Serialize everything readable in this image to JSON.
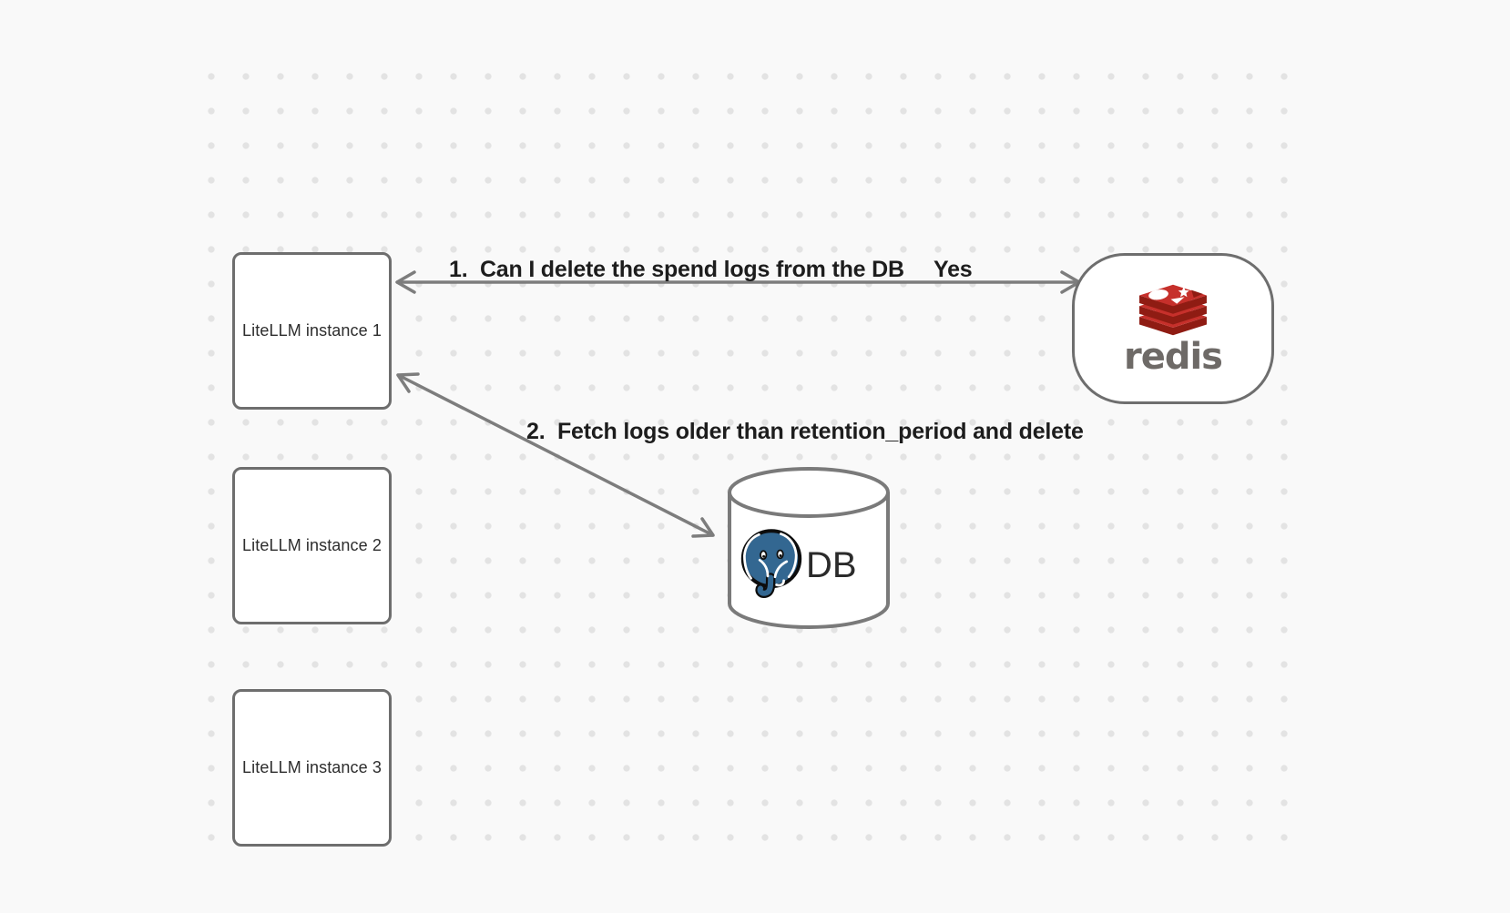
{
  "diagram": {
    "instances": [
      {
        "label": "LiteLLM instance 1"
      },
      {
        "label": "LiteLLM instance 2"
      },
      {
        "label": "LiteLLM instance 3"
      }
    ],
    "redis": {
      "wordmark": "redis",
      "icon": "redis-logo"
    },
    "database": {
      "label": "DB",
      "icon": "postgresql-elephant-logo"
    },
    "annotations": {
      "step1_question": "1.  Can I delete the spend logs from the DB",
      "step1_answer": "Yes",
      "step2_action": "2.  Fetch logs older than retention_period and delete"
    },
    "colors": {
      "background": "#f9f9f9",
      "grid_dot": "#e3e3e3",
      "node_stroke": "#6e6e6e",
      "arrow": "#7d7d7d",
      "annotation_text": "#1d1d1d",
      "redis_red": "#c6302b",
      "redis_dark_red": "#8f1c13",
      "redis_wordmark_gray": "#6e6a67",
      "postgres_blue": "#336791",
      "db_text": "#2b2b2b"
    }
  }
}
